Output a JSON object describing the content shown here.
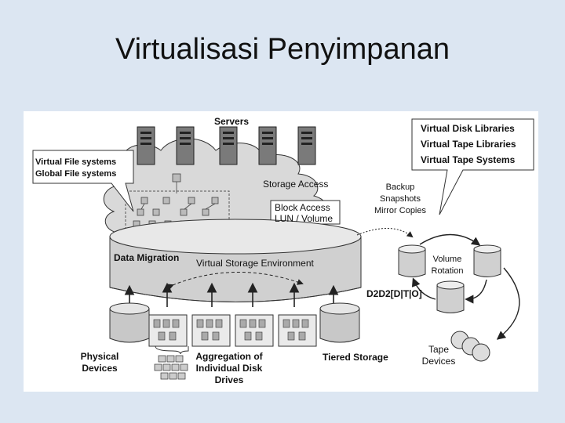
{
  "slide": {
    "title": "Virtualisasi Penyimpanan"
  },
  "diagram": {
    "servers_label": "Servers",
    "file_systems": [
      "Virtual File systems",
      "Global File systems"
    ],
    "storage_access": "Storage Access",
    "block_access": "Block Access",
    "lun_volume": "LUN / Volume",
    "backup": [
      "Backup",
      "Snapshots",
      "Mirror Copies"
    ],
    "virtual_libraries": [
      "Virtual Disk Libraries",
      "Virtual Tape Libraries",
      "Virtual Tape Systems"
    ],
    "data_migration": "Data Migration",
    "virtual_storage_env": "Virtual Storage Environment",
    "volume_rotation": [
      "Volume",
      "Rotation"
    ],
    "d2d2": "D2D2[D|T|O]",
    "physical_devices": [
      "Physical",
      "Devices"
    ],
    "aggregation": [
      "Aggregation of",
      "Individual Disk",
      "Drives"
    ],
    "tiered_storage": "Tiered Storage",
    "tape_devices": [
      "Tape",
      "Devices"
    ]
  }
}
